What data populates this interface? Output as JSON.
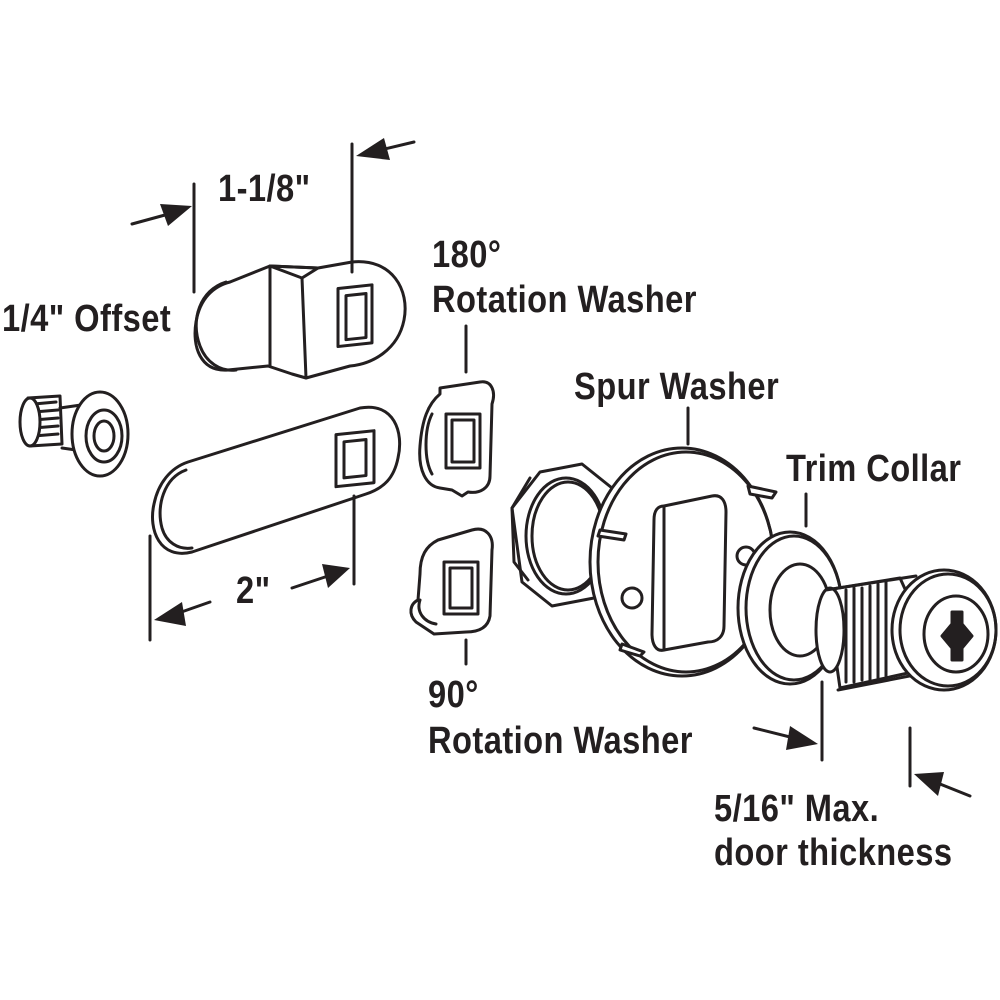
{
  "labels": {
    "dim_1_1_8": "1-1/8\"",
    "offset": "1/4\" Offset",
    "rot180_line1": "180°",
    "rot180_line2": "Rotation Washer",
    "spur_washer": "Spur Washer",
    "trim_collar": "Trim Collar",
    "dim_2": "2\"",
    "rot90_line1": "90°",
    "rot90_line2": "Rotation Washer",
    "door_line1": "5/16\" Max.",
    "door_line2": "door thickness"
  },
  "colors": {
    "ink": "#231f20",
    "background": "#ffffff"
  }
}
